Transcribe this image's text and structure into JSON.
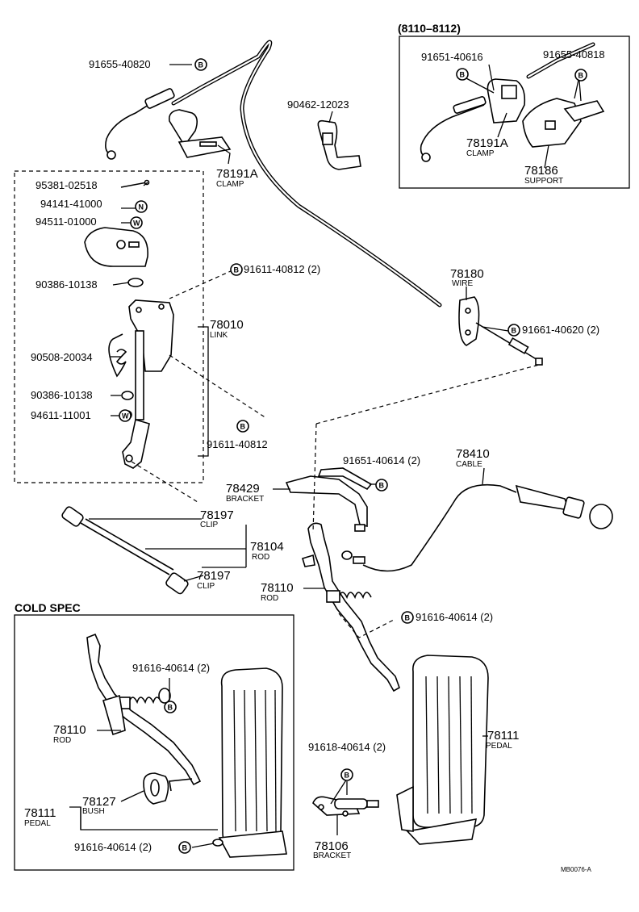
{
  "header_range": "(8110–8112)",
  "cold_spec": "COLD SPEC",
  "footer_code": "MB0076-A",
  "marks": {
    "b": "B",
    "n": "N",
    "w": "W"
  },
  "labels": {
    "p91655_40820": "91655-40820",
    "p90462_12023": "90462-12023",
    "p78191A_main": "78191A",
    "clamp_main": "CLAMP",
    "p95381_02518": "95381-02518",
    "p94141_41000": "94141-41000",
    "p94511_01000": "94511-01000",
    "p90386_10138_a": "90386-10138",
    "p91611_40812_2": "91611-40812 (2)",
    "p78010": "78010",
    "link": "LINK",
    "p90508_20034": "90508-20034",
    "p90386_10138_b": "90386-10138",
    "p94611_11001": "94611-11001",
    "p91611_40812": "91611-40812",
    "p91651_40616": "91651-40616",
    "p91655_40818": "91655-40818",
    "p78191A_inset": "78191A",
    "clamp_inset": "CLAMP",
    "p78186": "78186",
    "support": "SUPPORT",
    "p78180": "78180",
    "wire": "WIRE",
    "p91661_40620_2": "91661-40620 (2)",
    "p91651_40614_2": "91651-40614 (2)",
    "p78410": "78410",
    "cable": "CABLE",
    "p78429": "78429",
    "bracket_main": "BRACKET",
    "p78197_a": "78197",
    "clip_a": "CLIP",
    "p78104": "78104",
    "rod_78104": "ROD",
    "p78197_b": "78197",
    "clip_b": "CLIP",
    "p78110_main": "78110",
    "rod_main": "ROD",
    "p91616_40614_2_main": "91616-40614 (2)",
    "p91616_40614_2_cold": "91616-40614 (2)",
    "p78110_cold": "78110",
    "rod_cold": "ROD",
    "p78127": "78127",
    "bush": "BUSH",
    "p78111_cold": "78111",
    "pedal_cold": "PEDAL",
    "p91616_40614_2_coldb": "91616-40614 (2)",
    "p91618_40614_2": "91618-40614 (2)",
    "p78106": "78106",
    "bracket_106": "BRACKET",
    "p78111_main": "78111",
    "pedal_main": "PEDAL"
  }
}
